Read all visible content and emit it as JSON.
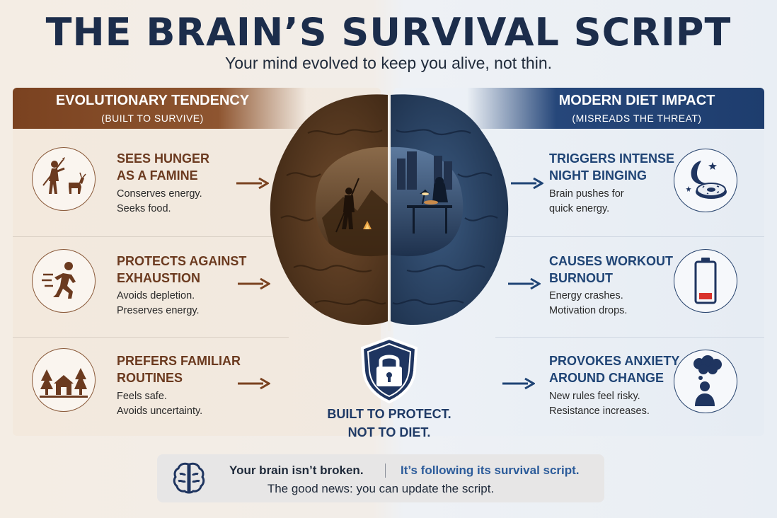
{
  "header": {
    "title": "THE BRAIN’S SURVIVAL SCRIPT",
    "subtitle": "Your mind evolved to keep you alive, not thin."
  },
  "left_column": {
    "title": "EVOLUTIONARY TENDENCY",
    "subtitle": "(BUILT TO SURVIVE)",
    "color": "#7a4220",
    "rows": [
      {
        "icon": "hunter-icon",
        "title_lines": [
          "SEES HUNGER",
          "AS A FAMINE"
        ],
        "desc_lines": [
          "Conserves energy.",
          "Seeks food."
        ]
      },
      {
        "icon": "running-person-icon",
        "title_lines": [
          "PROTECTS AGAINST",
          "EXHAUSTION"
        ],
        "desc_lines": [
          "Avoids depletion.",
          "Preserves energy."
        ]
      },
      {
        "icon": "cabin-trees-icon",
        "title_lines": [
          "PREFERS FAMILIAR",
          "ROUTINES"
        ],
        "desc_lines": [
          "Feels safe.",
          "Avoids uncertainty."
        ]
      }
    ]
  },
  "right_column": {
    "title": "MODERN DIET IMPACT",
    "subtitle": "(MISREADS THE THREAT)",
    "color": "#1e3d6e",
    "rows": [
      {
        "icon": "moon-donut-icon",
        "title_lines": [
          "TRIGGERS INTENSE",
          "NIGHT BINGING"
        ],
        "desc_lines": [
          "Brain pushes for",
          "quick energy."
        ]
      },
      {
        "icon": "low-battery-icon",
        "title_lines": [
          "CAUSES WORKOUT",
          "BURNOUT"
        ],
        "desc_lines": [
          "Energy crashes.",
          "Motivation drops."
        ]
      },
      {
        "icon": "worried-thought-icon",
        "title_lines": [
          "PROVOKES ANXIETY",
          "AROUND CHANGE"
        ],
        "desc_lines": [
          "New rules feel risky.",
          "Resistance increases."
        ]
      }
    ]
  },
  "center": {
    "brain_icon": "split-brain-icon",
    "shield_icon": "shield-lock-icon",
    "shield_lines": [
      "BUILT TO PROTECT.",
      "NOT TO DIET."
    ]
  },
  "footer": {
    "icon": "brain-icon",
    "line1_a": "Your brain isn’t broken.",
    "line1_b": "It’s following its survival script.",
    "line2": "The good news: you can update the script."
  }
}
